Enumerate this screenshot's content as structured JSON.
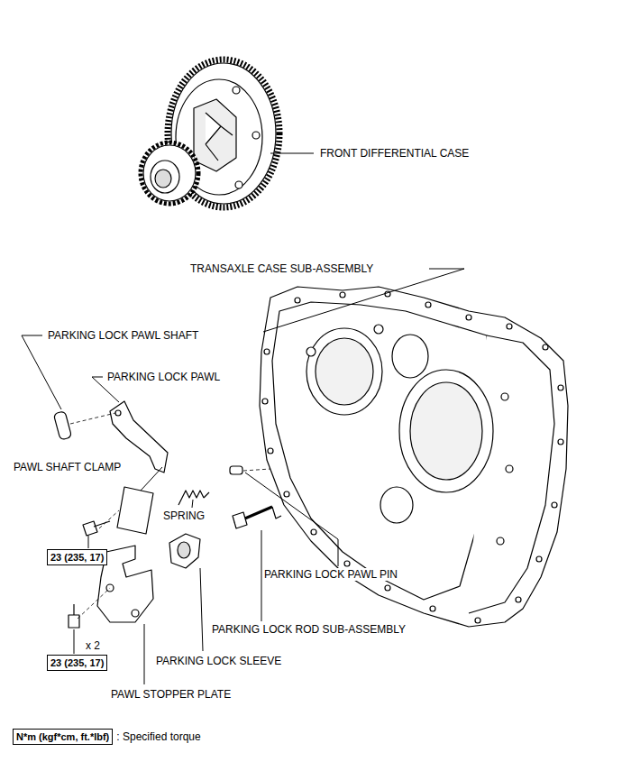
{
  "diagram": {
    "nodes": [
      {
        "text": [
          "23 (235, 17)"
        ]
      },
      {
        "text": [
          "23 (235, 17)"
        ]
      },
      {
        "text": [
          "N*m (kgf*cm, ft.*lbf)"
        ]
      }
    ],
    "edges": [],
    "labels": [
      "FRONT DIFFERENTIAL CASE",
      "TRANSAXLE CASE SUB-ASSEMBLY",
      "PARKING LOCK PAWL SHAFT",
      "PARKING LOCK PAWL",
      "PAWL SHAFT CLAMP",
      "SPRING",
      "PARKING LOCK PAWL PIN",
      "PARKING LOCK ROD SUB-ASSEMBLY",
      "x 2",
      "PARKING LOCK SLEEVE",
      "PAWL STOPPER PLATE",
      ": Specified torque"
    ]
  }
}
